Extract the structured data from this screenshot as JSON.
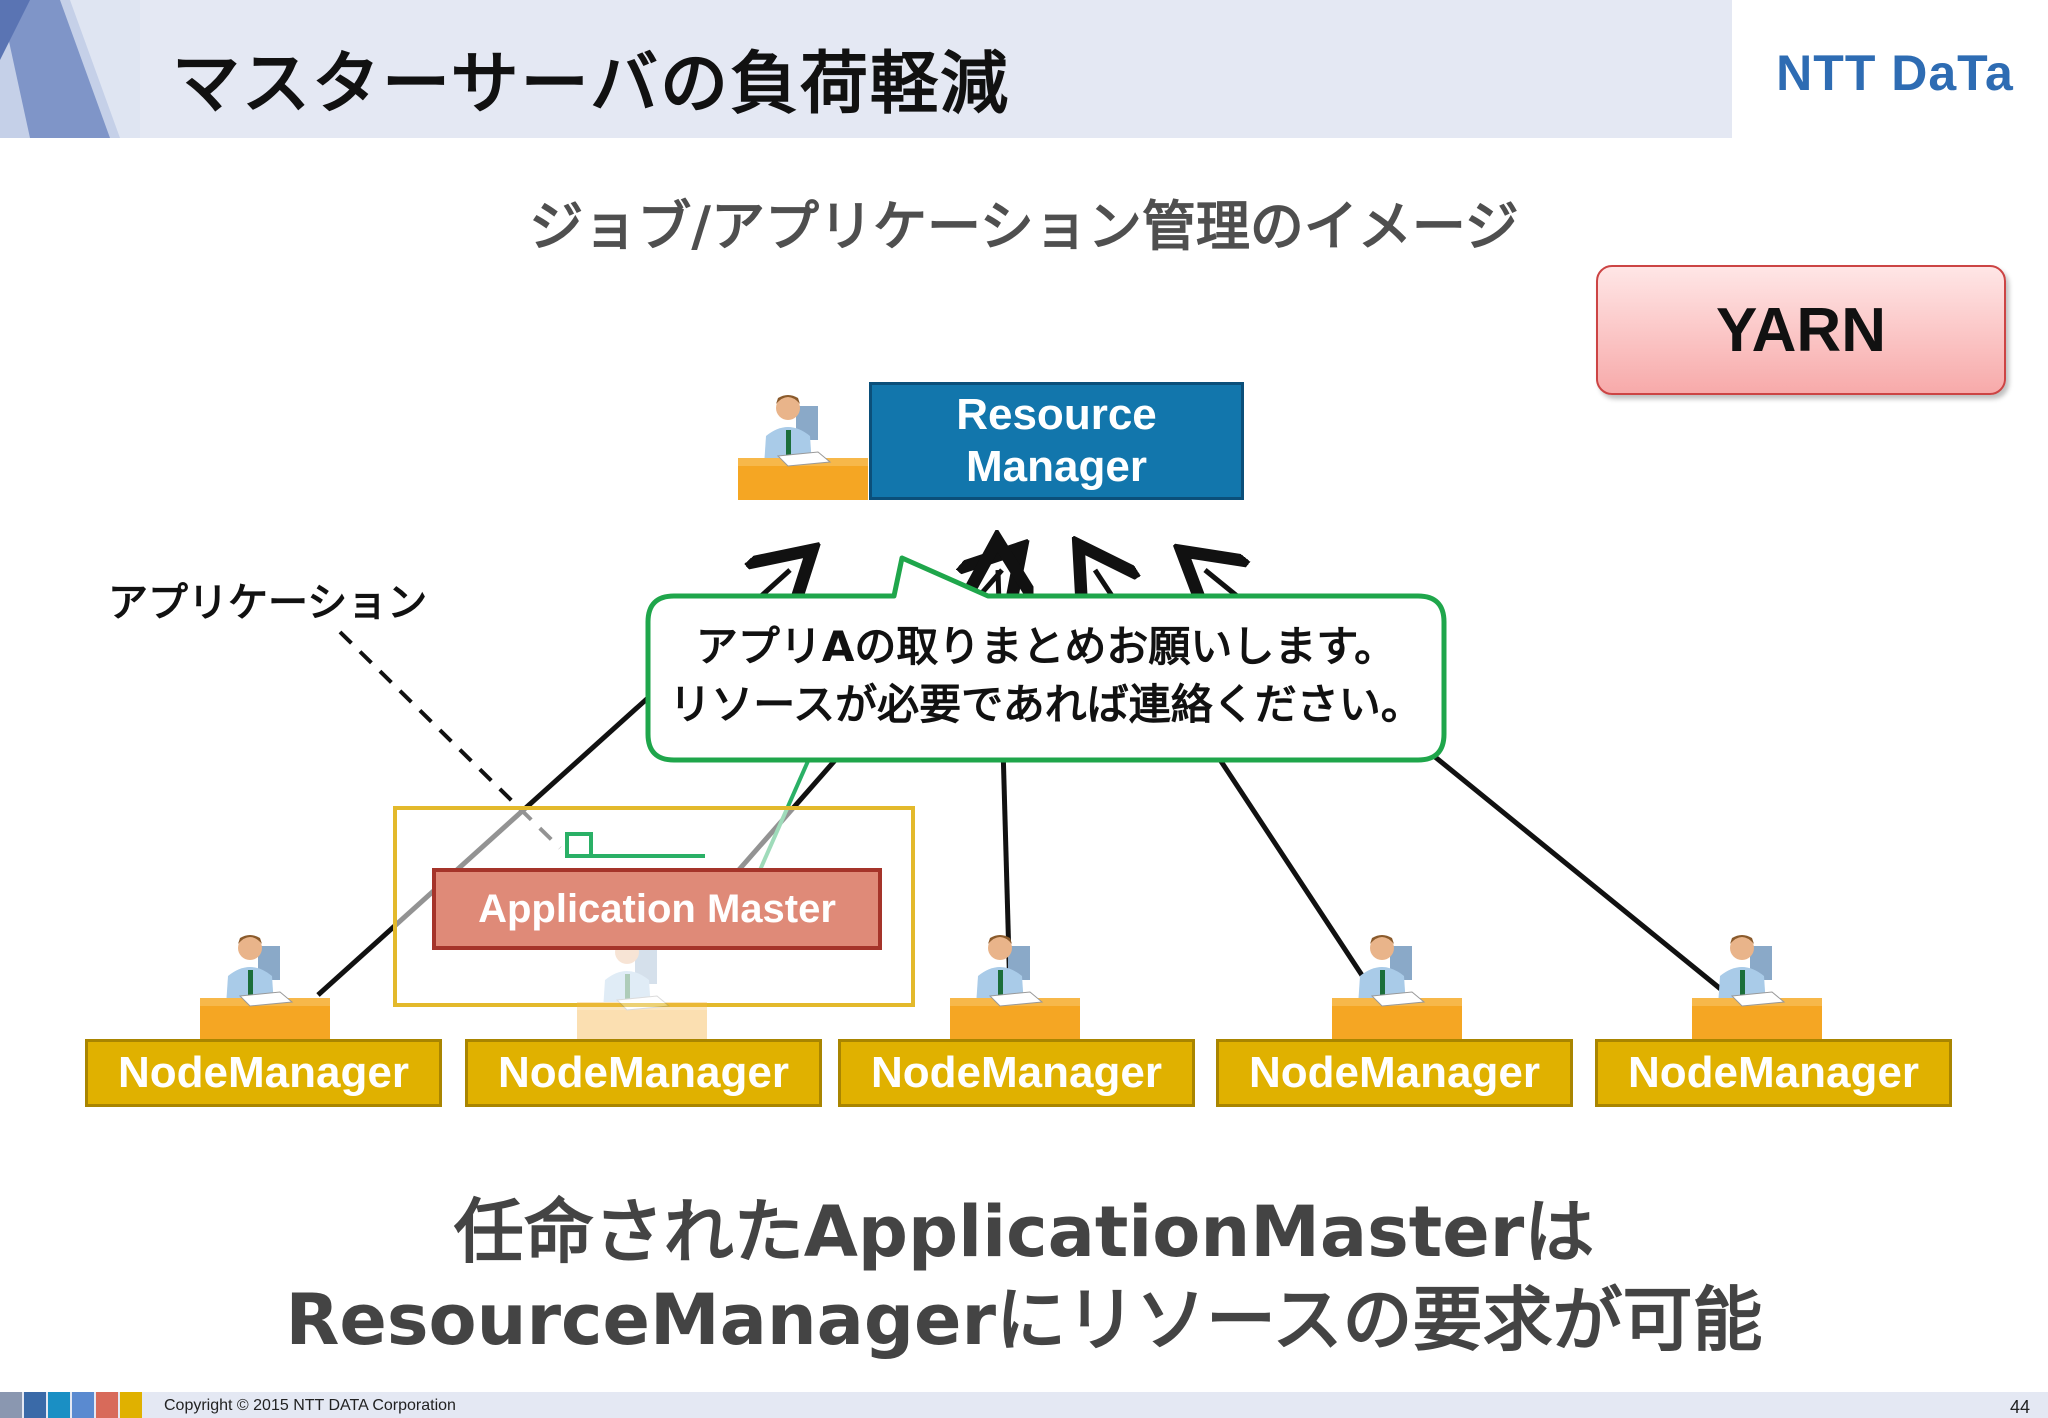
{
  "header": {
    "title": "マスターサーバの負荷軽減",
    "logo": "NTT DaTa"
  },
  "subtitle": "ジョブ/アプリケーション管理のイメージ",
  "badge": "YARN",
  "diagram": {
    "resource_manager": [
      "Resource",
      "Manager"
    ],
    "application_label": "アプリケーション",
    "application_master": "Application Master",
    "callout": [
      "アプリAの取りまとめお願いします。",
      "リソースが必要であれば連絡ください。"
    ],
    "node_managers": [
      "NodeManager",
      "NodeManager",
      "NodeManager",
      "NodeManager",
      "NodeManager"
    ]
  },
  "conclusion": [
    "任命されたApplicationMasterは",
    "ResourceManagerにリソースの要求が可能"
  ],
  "footer": {
    "copyright": "Copyright © 2015 NTT DATA Corporation",
    "page": "44"
  },
  "colors": {
    "resource_manager": "#1276ac",
    "node_manager": "#e0b100",
    "application_master": "#df8a78",
    "callout_border": "#1fa64b",
    "logo": "#2e6cb3"
  }
}
